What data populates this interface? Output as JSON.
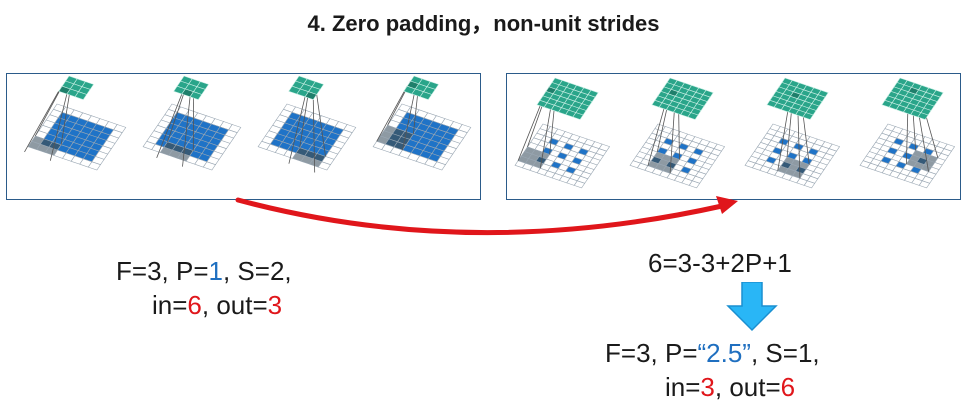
{
  "title": "4. Zero padding，non-unit strides",
  "left_caption": {
    "line1": {
      "a": "F=3, P=",
      "p": "1",
      "b": ", S=2,"
    },
    "line2": {
      "a": "in=",
      "in": "6",
      "b": ", out=",
      "out": "3"
    }
  },
  "right_caption": {
    "equation": "6=3-3+2P+1",
    "line1": {
      "a": "F=3, P=",
      "p": "“2.5”",
      "b": ", S=1,"
    },
    "line2": {
      "a": "in=",
      "in": "3",
      "b": ", out=",
      "out": "6"
    }
  },
  "colors": {
    "accent_red": "#e0161b",
    "accent_blue": "#1f6fc0",
    "arrow_blue": "#29b6f6",
    "input_blue": "#1f73c7",
    "output_teal": "#2aa58a",
    "panel_border": "#2b5b8a"
  },
  "icons": [
    "curved-arrow-icon",
    "down-arrow-icon"
  ]
}
